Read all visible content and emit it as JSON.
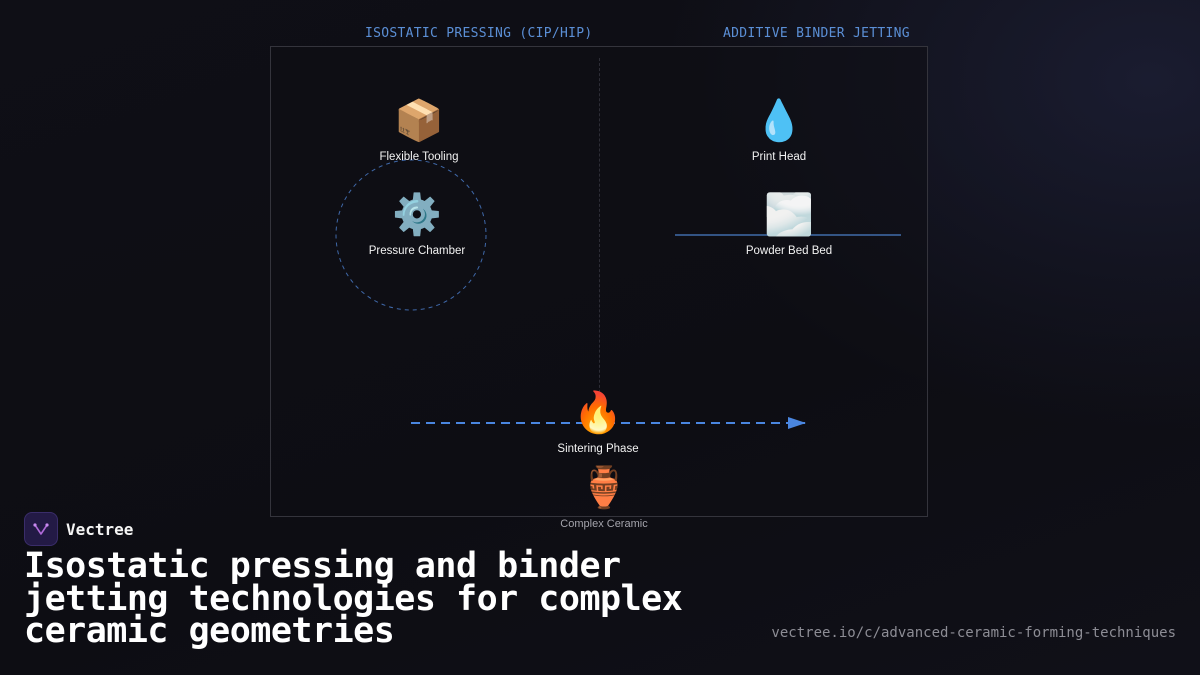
{
  "columns": {
    "left_title": "ISOSTATIC PRESSING (CIP/HIP)",
    "right_title": "ADDITIVE BINDER JETTING"
  },
  "nodes": {
    "flexible_tooling": {
      "icon": "package-icon",
      "emoji": "📦",
      "label": "Flexible Tooling"
    },
    "pressure_chamber": {
      "icon": "gear-icon",
      "emoji": "⚙️",
      "label": "Pressure Chamber"
    },
    "print_head": {
      "icon": "droplet-icon",
      "emoji": "💧",
      "label": "Print Head"
    },
    "powder_bed": {
      "icon": "cloud-icon",
      "emoji": "🌫️",
      "label": "Powder Bed Bed"
    },
    "sintering": {
      "icon": "fire-icon",
      "emoji": "🔥",
      "label": "Sintering Phase"
    },
    "ceramic": {
      "icon": "amphora-icon",
      "emoji": "🏺",
      "label": "Complex Ceramic"
    }
  },
  "brand": {
    "name": "Vectree",
    "logo_icon": "vectree-logo-icon"
  },
  "headline": "Isostatic pressing and binder jetting technologies for complex ceramic geometries",
  "url": "vectree.io/c/advanced-ceramic-forming-techniques",
  "colors": {
    "accent": "#5b8fd6",
    "arrow": "#4a86e0",
    "logo_bg": "#231a45",
    "logo_mark": "#b06ad8"
  }
}
